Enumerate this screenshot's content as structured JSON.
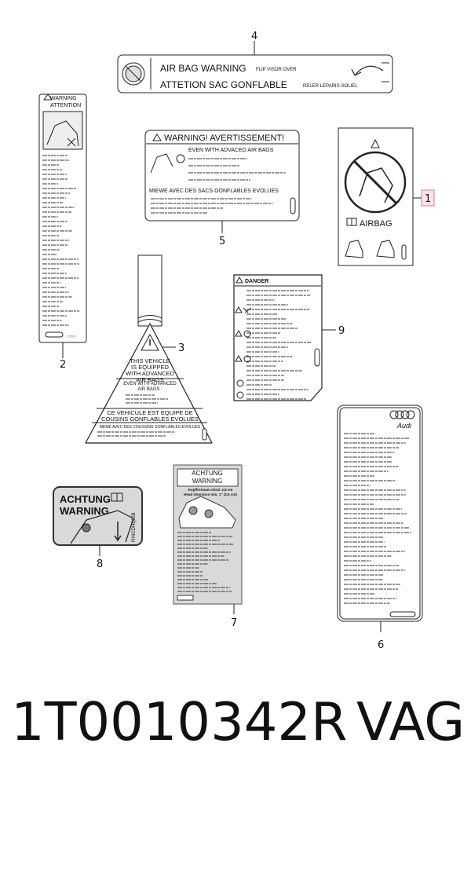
{
  "callouts": [
    "1",
    "2",
    "3",
    "4",
    "5",
    "6",
    "7",
    "8",
    "9"
  ],
  "labels": {
    "item4": {
      "line1": "AIR BAG WARNING",
      "line1_small": "FLIP VISOR OVER",
      "line2": "ATTETION SAC GONFLABLE",
      "line2_small": "RELER LEPARIS-SOLIEL"
    },
    "item2": {
      "line1": "WARNING",
      "line2": "ATTENTION"
    },
    "item5": {
      "title": "WARNING!  AVERTISSEMENT!",
      "sub1": "EVEN WITH ADVACED AIR BAGS",
      "sub2": "MIEWE AVEC DES SACS GONFLABLES EVOLUES"
    },
    "item1": {
      "text": "AIRBAG"
    },
    "item3": {
      "l1": "THIS VEHICLE",
      "l2": "IS EQUIPPED",
      "l3": "WITH ADVANCED",
      "l4": "AIR BAGS",
      "l5": "EVEN WITH ADVANCED",
      "l6": "AIR BAGS :",
      "l7": "CE VEHICULE EST EQUIPE DE",
      "l8": "COUSINS GONFLABLES EVOLUES",
      "l9": "MEME AVEC DES COUSSINS GONFLABLES EVOLUES"
    },
    "item9": {
      "title": "DANGER"
    },
    "item6": {
      "brand": "Audi"
    },
    "item7": {
      "l1": "ACHTUNG",
      "l2": "WARNING",
      "l3": "Kopffreiraum mind. 2,5 cm",
      "l4": "Head clearance min. 1\" (2,5 cm)"
    },
    "item8": {
      "l1": "ACHTUNG",
      "l2": "WARNING",
      "side": "RHICDHQEIB"
    }
  },
  "footer": {
    "part_number": "1T0010342R",
    "brand": "VAG"
  },
  "colors": {
    "highlight": "#e07a8a",
    "highlight_fill": "#fbe4e8",
    "ink": "#222222",
    "label_gray": "#d9d9d9"
  }
}
